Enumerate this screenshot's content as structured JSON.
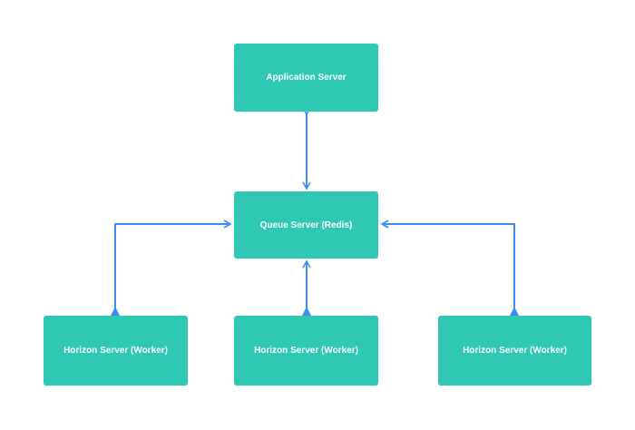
{
  "colors": {
    "node_fill": "#2ec8b4",
    "connector": "#3d8ef0",
    "node_text": "#ffffff",
    "background": "#ffffff"
  },
  "nodes": {
    "app_server": "Application Server",
    "queue_server": "Queue Server (Redis)",
    "workers": [
      "Horizon Server (Worker)",
      "Horizon Server (Worker)",
      "Horizon Server (Worker)"
    ]
  }
}
